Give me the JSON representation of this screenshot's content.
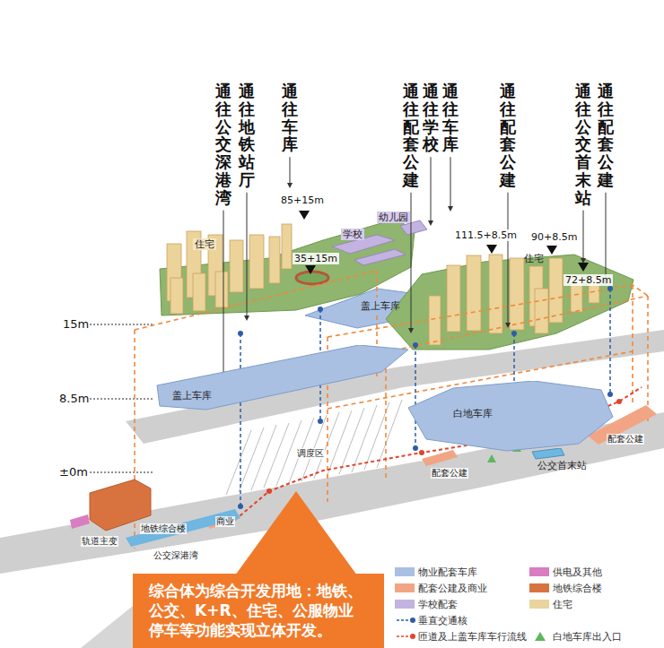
{
  "diagram": {
    "nodes": [
      {
        "text": [
          "盖上车库"
        ]
      },
      {
        "text": [
          "白地车库"
        ]
      },
      {
        "text": [
          "公交首末站"
        ]
      },
      {
        "text": [
          "综合体为综合开发用地：地铁、公交、K+R、住宅、公服物业停车等功能实现立体开发。"
        ]
      }
    ],
    "labels": [
      "通往公交深港湾",
      "通往地铁站厅",
      "通往车库",
      "通往配套公建",
      "通往学校",
      "通往车库",
      "通往配套公建",
      "通往公交首末站",
      "通往配套公建",
      "85+15m",
      "35+15m",
      "111.5+8.5m",
      "90+8.5m",
      "72+8.5m",
      "住宅",
      "学校",
      "幼儿园",
      "住宅",
      "盖上车库",
      "15m",
      "8.5m",
      "±0m",
      "调度区",
      "配套公建",
      "配套公建",
      "商业",
      "地铁综合楼",
      "轨道主变",
      "公交深港湾"
    ],
    "legend": [
      {
        "text": "物业配套车库",
        "color": "#a9c0e2"
      },
      {
        "text": "供电及其他",
        "color": "#d97cc0"
      },
      {
        "text": "配套公建及商业",
        "color": "#f2a584"
      },
      {
        "text": "地铁综合楼",
        "color": "#d8733f"
      },
      {
        "text": "学校配套",
        "color": "#c3b3e0"
      },
      {
        "text": "住宅",
        "color": "#e8d49c"
      },
      {
        "text": "垂直交通核"
      },
      {
        "text": "匝道及上盖车库车行流线"
      },
      {
        "text": "白地车库出入口"
      }
    ]
  }
}
